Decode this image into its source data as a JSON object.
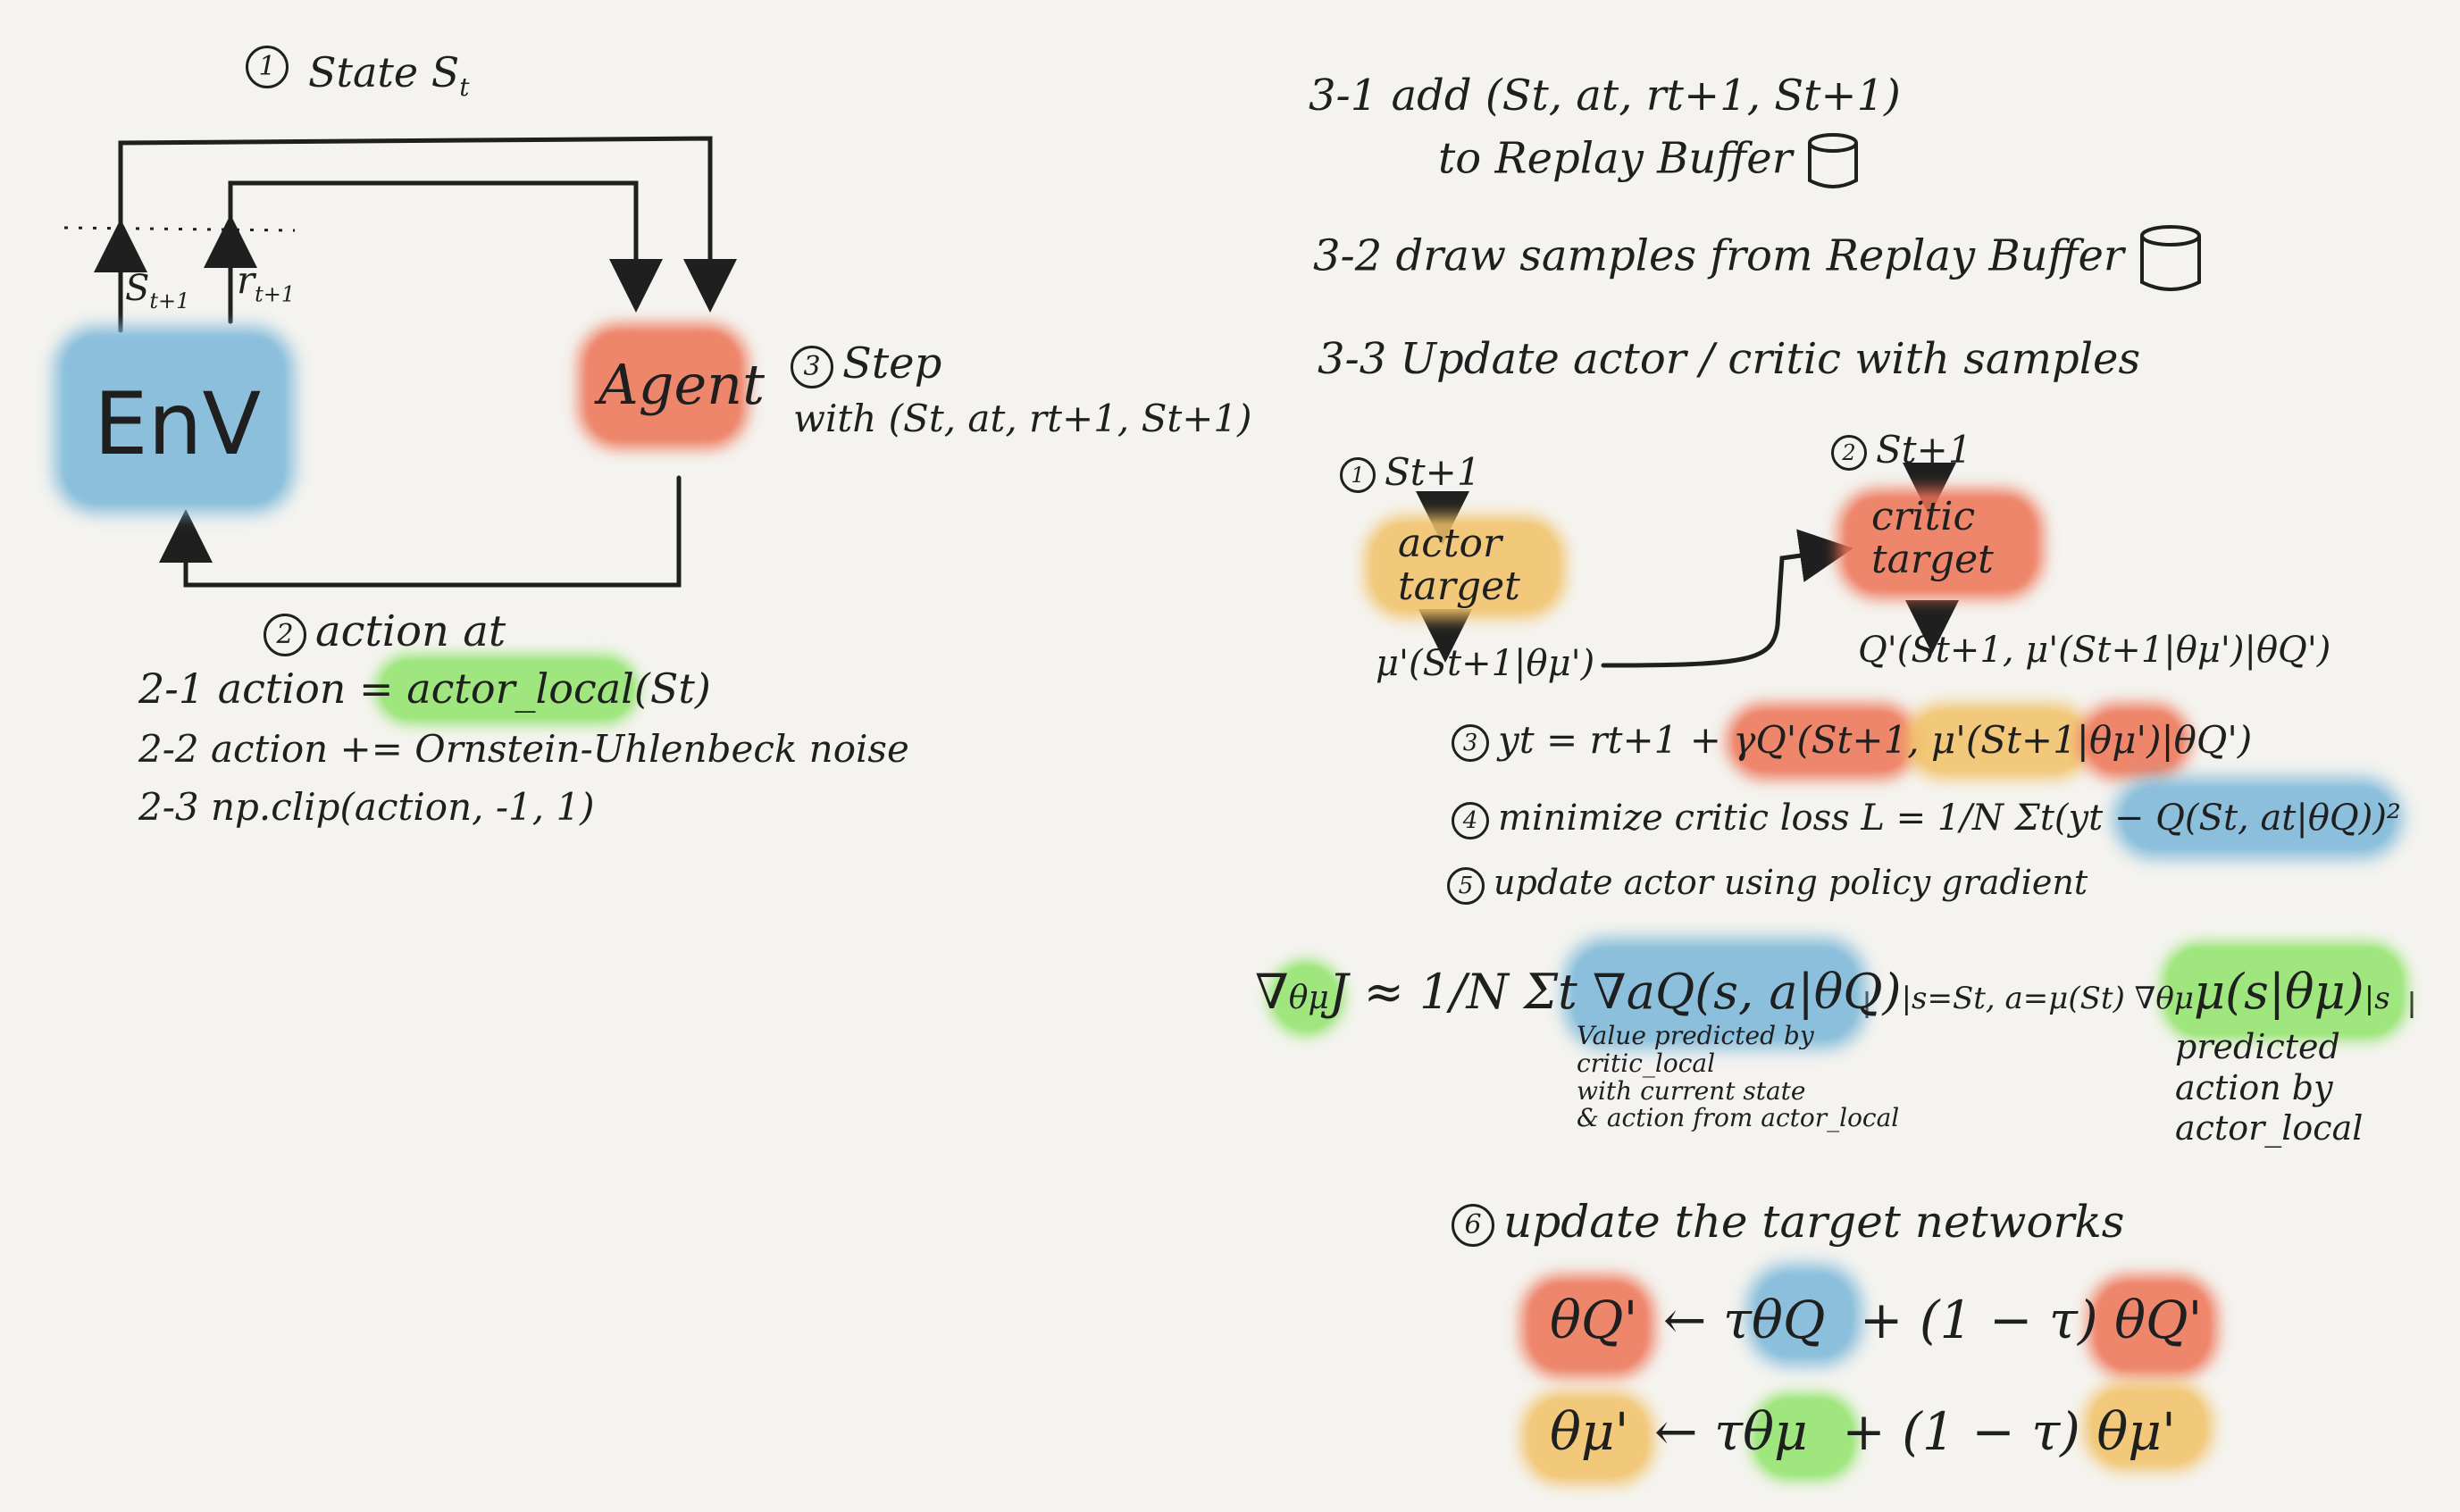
{
  "left": {
    "step1_num": "1",
    "step1_label": "State S",
    "step1_sub": "t",
    "s_next_label": "S",
    "s_next_sub": "t+1",
    "r_next_label": "r",
    "r_next_sub": "t+1",
    "env_label": "EnV",
    "agent_label": "Agent",
    "step3_num": "3",
    "step3_label": "Step",
    "step3_with": "with (St, at, rt+1, St+1)",
    "step2_num": "2",
    "step2_label": "action at",
    "line21_prefix": "2-1  action = ",
    "line21_hl": "actor_local",
    "line21_suffix": "(St)",
    "line22": "2-2  action += Ornstein-Uhlenbeck noise",
    "line23": "2-3  np.clip(action, -1, 1)"
  },
  "right": {
    "l31a": "3-1   add (St, at, rt+1, St+1)",
    "l31b": "to  Replay  Buffer",
    "l32": "3-2  draw  samples  from  Replay  Buffer",
    "l33": "3-3  Update  actor / critic  with  samples",
    "c1_num": "1",
    "c1_in": "St+1",
    "actor_target_l1": "actor",
    "actor_target_l2": "target",
    "mu_out": "μ'(St+1|θμ')",
    "c2_num": "2",
    "c2_in": "St+1",
    "critic_target_l1": "critic",
    "critic_target_l2": "target",
    "q_out": "Q'(St+1, μ'(St+1|θμ')|θQ')",
    "c3_num": "3",
    "y_lhs": "yt = rt+1 + γ",
    "y_q": "Q'(St+1, ",
    "y_mu": "μ'(St+1|θμ')",
    "y_theta": "|θQ')",
    "c4_num": "4",
    "loss_text": "minimize critic loss   L = 1/N Σt(yt − ",
    "loss_q": "Q(St, at|θQ)",
    "loss_end": ")²",
    "c5_num": "5",
    "step5_label": "update actor using policy gradient",
    "grad_lhs": "∇",
    "grad_theta": "θμ",
    "grad_mid": "J ≈ 1/N Σt ∇a",
    "grad_q": "Q(s, a|θQ)",
    "grad_eval": "|s=St, a=μ(St)  ∇θμ",
    "grad_mu": "μ(s|θμ)",
    "grad_end": "|s",
    "note_q": [
      "Value predicted by",
      "critic_local",
      "with current state",
      "& action from actor_local"
    ],
    "note_mu": [
      "predicted",
      "action by",
      "actor_local"
    ],
    "c6_num": "6",
    "step6_label": "update the target networks",
    "upd1_lhs": "θQ'",
    "upd1_mid": "← τ",
    "upd1_theta": "θQ",
    "upd1_plus": "+ (1 − τ)",
    "upd1_rhs": "θQ'",
    "upd2_lhs": "θμ'",
    "upd2_mid": "← τ",
    "upd2_theta": "θμ",
    "upd2_plus": "+ (1 − τ)",
    "upd2_rhs": "θμ'"
  },
  "colors": {
    "env": "#79b7d9",
    "agent": "#ee7456",
    "actor_target": "#f2c166",
    "actor_local": "#90e46a",
    "ink": "#1f1f1f"
  }
}
